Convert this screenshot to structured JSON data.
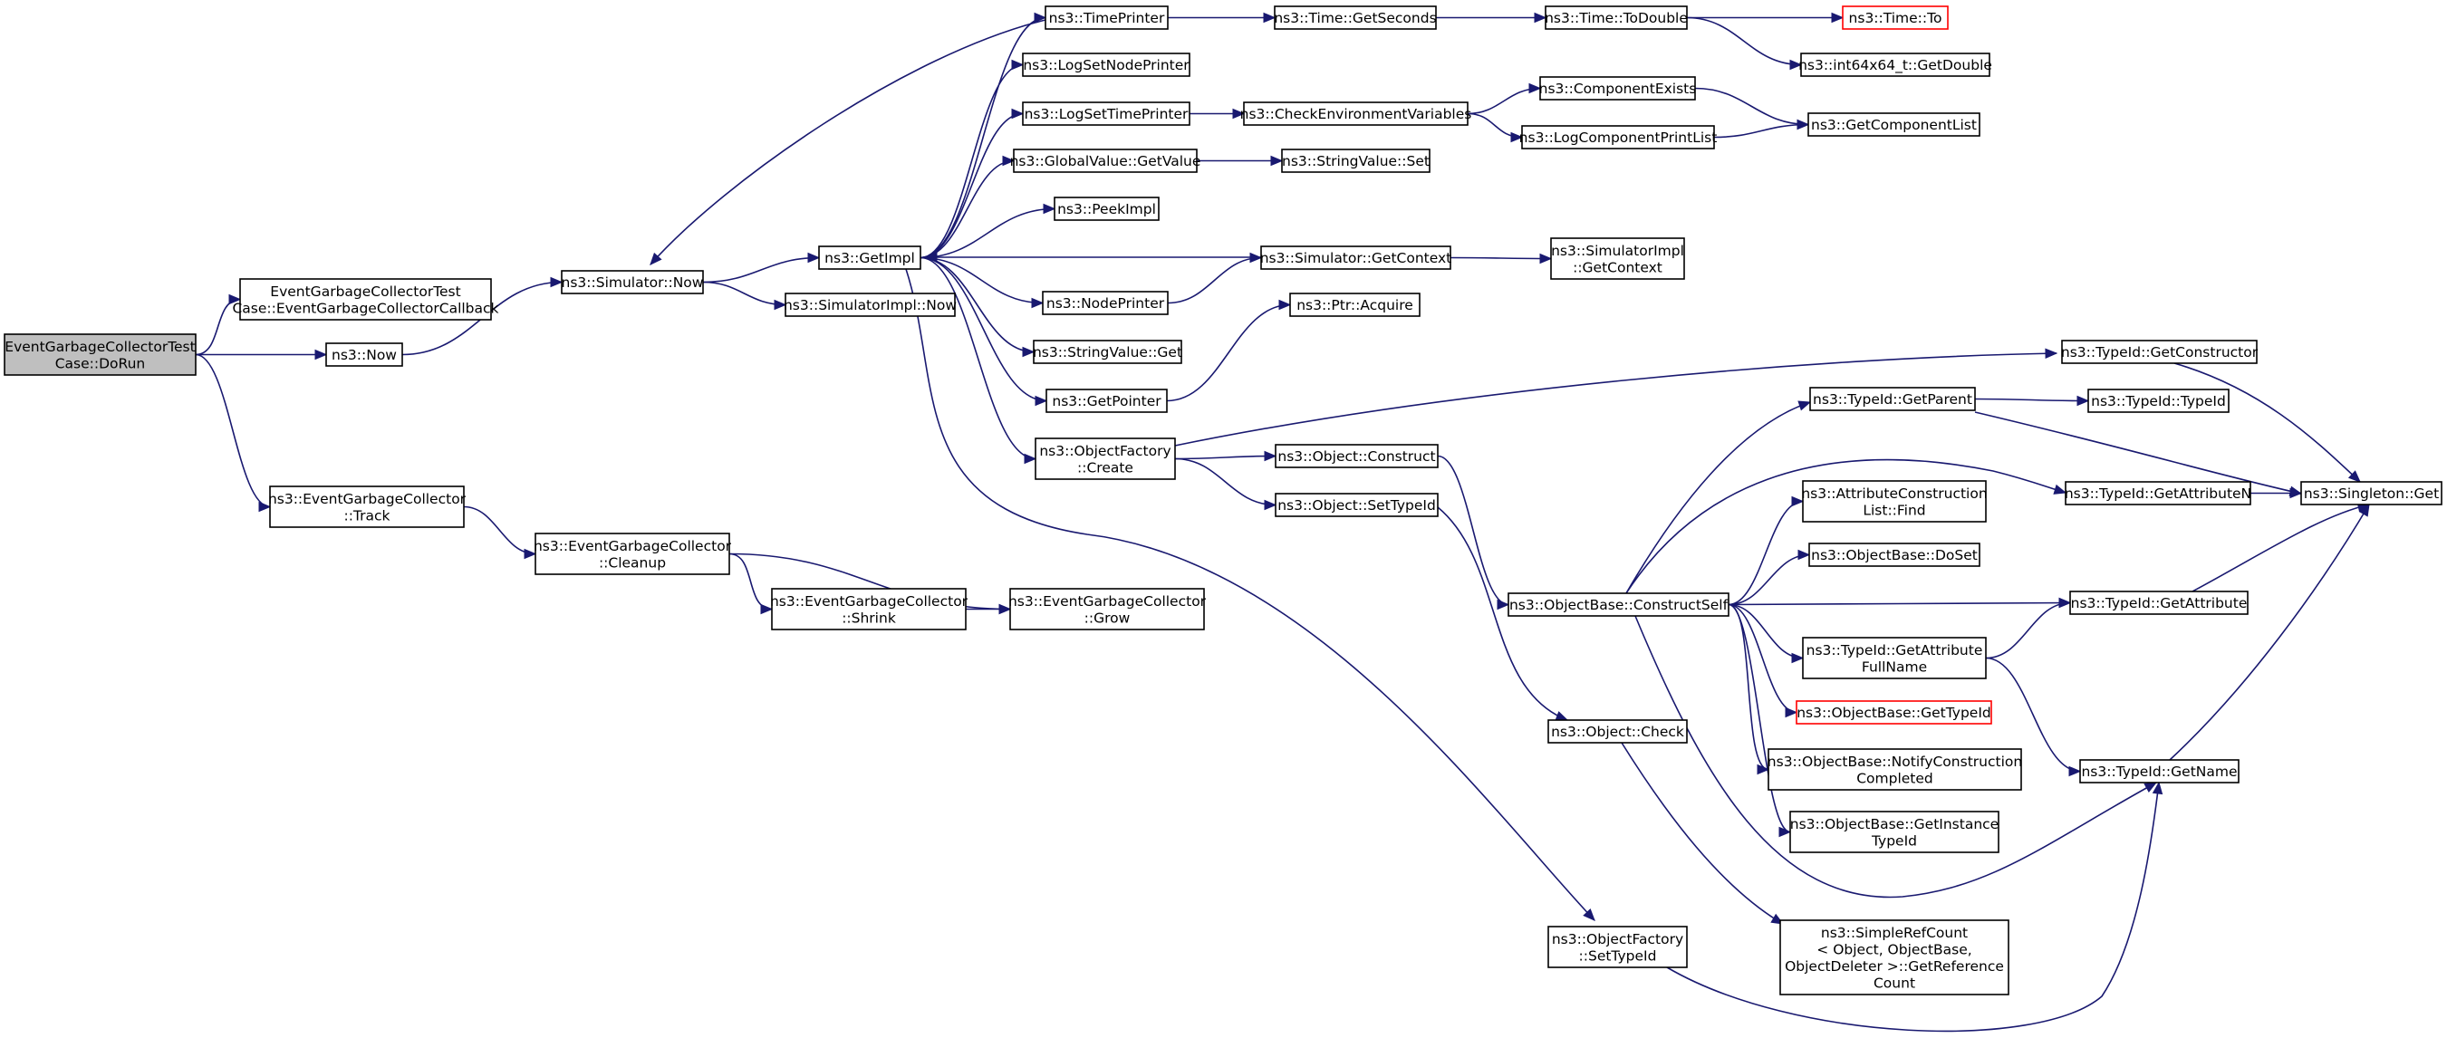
{
  "graph": {
    "edge_color": "#191970",
    "root_fill": "#bfbfbf",
    "truncated_border": "#ff0000",
    "nodes": [
      {
        "id": "root",
        "lines": [
          "EventGarbageCollectorTest",
          "Case::DoRun"
        ],
        "style": "root"
      },
      {
        "id": "cb",
        "lines": [
          "EventGarbageCollectorTest",
          "Case::EventGarbageCollectorCallback"
        ]
      },
      {
        "id": "now",
        "lines": [
          "ns3::Now"
        ]
      },
      {
        "id": "track",
        "lines": [
          "ns3::EventGarbageCollector",
          "::Track"
        ]
      },
      {
        "id": "simnow",
        "lines": [
          "ns3::Simulator::Now"
        ]
      },
      {
        "id": "cleanup",
        "lines": [
          "ns3::EventGarbageCollector",
          "::Cleanup"
        ]
      },
      {
        "id": "getimpl",
        "lines": [
          "ns3::GetImpl"
        ]
      },
      {
        "id": "simimplnow",
        "lines": [
          "ns3::SimulatorImpl::Now"
        ]
      },
      {
        "id": "shrink",
        "lines": [
          "ns3::EventGarbageCollector",
          "::Shrink"
        ]
      },
      {
        "id": "grow",
        "lines": [
          "ns3::EventGarbageCollector",
          "::Grow"
        ]
      },
      {
        "id": "timeprinter",
        "lines": [
          "ns3::TimePrinter"
        ]
      },
      {
        "id": "lognodeprinter",
        "lines": [
          "ns3::LogSetNodePrinter"
        ]
      },
      {
        "id": "logtimeprinter",
        "lines": [
          "ns3::LogSetTimePrinter"
        ]
      },
      {
        "id": "gvget",
        "lines": [
          "ns3::GlobalValue::GetValue"
        ]
      },
      {
        "id": "peekimpl",
        "lines": [
          "ns3::PeekImpl"
        ]
      },
      {
        "id": "nodeprinter",
        "lines": [
          "ns3::NodePrinter"
        ]
      },
      {
        "id": "svget",
        "lines": [
          "ns3::StringValue::Get"
        ]
      },
      {
        "id": "getpointer",
        "lines": [
          "ns3::GetPointer"
        ]
      },
      {
        "id": "ofcreate",
        "lines": [
          "ns3::ObjectFactory",
          "::Create"
        ]
      },
      {
        "id": "getseconds",
        "lines": [
          "ns3::Time::GetSeconds"
        ]
      },
      {
        "id": "checkenv",
        "lines": [
          "ns3::CheckEnvironmentVariables"
        ]
      },
      {
        "id": "svset",
        "lines": [
          "ns3::StringValue::Set"
        ]
      },
      {
        "id": "simgetctx",
        "lines": [
          "ns3::Simulator::GetContext"
        ]
      },
      {
        "id": "ptracquire",
        "lines": [
          "ns3::Ptr::Acquire"
        ]
      },
      {
        "id": "objconstruct",
        "lines": [
          "ns3::Object::Construct"
        ]
      },
      {
        "id": "objsettypeid",
        "lines": [
          "ns3::Object::SetTypeId"
        ]
      },
      {
        "id": "todouble",
        "lines": [
          "ns3::Time::ToDouble"
        ]
      },
      {
        "id": "compexists",
        "lines": [
          "ns3::ComponentExists"
        ]
      },
      {
        "id": "logcompprint",
        "lines": [
          "ns3::LogComponentPrintList"
        ]
      },
      {
        "id": "simimplgetctx",
        "lines": [
          "ns3::SimulatorImpl",
          "::GetContext"
        ]
      },
      {
        "id": "constructself",
        "lines": [
          "ns3::ObjectBase::ConstructSelf"
        ]
      },
      {
        "id": "objcheck",
        "lines": [
          "ns3::Object::Check"
        ]
      },
      {
        "id": "ofsettypeid",
        "lines": [
          "ns3::ObjectFactory",
          "::SetTypeId"
        ]
      },
      {
        "id": "timeto",
        "lines": [
          "ns3::Time::To"
        ],
        "style": "trunc"
      },
      {
        "id": "int64getdouble",
        "lines": [
          "ns3::int64x64_t::GetDouble"
        ]
      },
      {
        "id": "getcomplist",
        "lines": [
          "ns3::GetComponentList"
        ]
      },
      {
        "id": "tidgetparent",
        "lines": [
          "ns3::TypeId::GetParent"
        ]
      },
      {
        "id": "attrconsfind",
        "lines": [
          "ns3::AttributeConstruction",
          "List::Find"
        ]
      },
      {
        "id": "obdoset",
        "lines": [
          "ns3::ObjectBase::DoSet"
        ]
      },
      {
        "id": "tidgetattrfull",
        "lines": [
          "ns3::TypeId::GetAttribute",
          "FullName"
        ]
      },
      {
        "id": "obgettypeid",
        "lines": [
          "ns3::ObjectBase::GetTypeId"
        ],
        "style": "trunc"
      },
      {
        "id": "obnotify",
        "lines": [
          "ns3::ObjectBase::NotifyConstruction",
          "Completed"
        ]
      },
      {
        "id": "obgetinst",
        "lines": [
          "ns3::ObjectBase::GetInstance",
          "TypeId"
        ]
      },
      {
        "id": "refcount",
        "lines": [
          "ns3::SimpleRefCount",
          "< Object, ObjectBase,",
          " ObjectDeleter >::GetReference",
          "Count"
        ]
      },
      {
        "id": "tidgetctor",
        "lines": [
          "ns3::TypeId::GetConstructor"
        ]
      },
      {
        "id": "tidtypeid",
        "lines": [
          "ns3::TypeId::TypeId"
        ]
      },
      {
        "id": "tidgetattrn",
        "lines": [
          "ns3::TypeId::GetAttributeN"
        ]
      },
      {
        "id": "tidgetattr",
        "lines": [
          "ns3::TypeId::GetAttribute"
        ]
      },
      {
        "id": "tidgetname",
        "lines": [
          "ns3::TypeId::GetName"
        ]
      },
      {
        "id": "singletonget",
        "lines": [
          "ns3::Singleton::Get"
        ]
      }
    ]
  }
}
